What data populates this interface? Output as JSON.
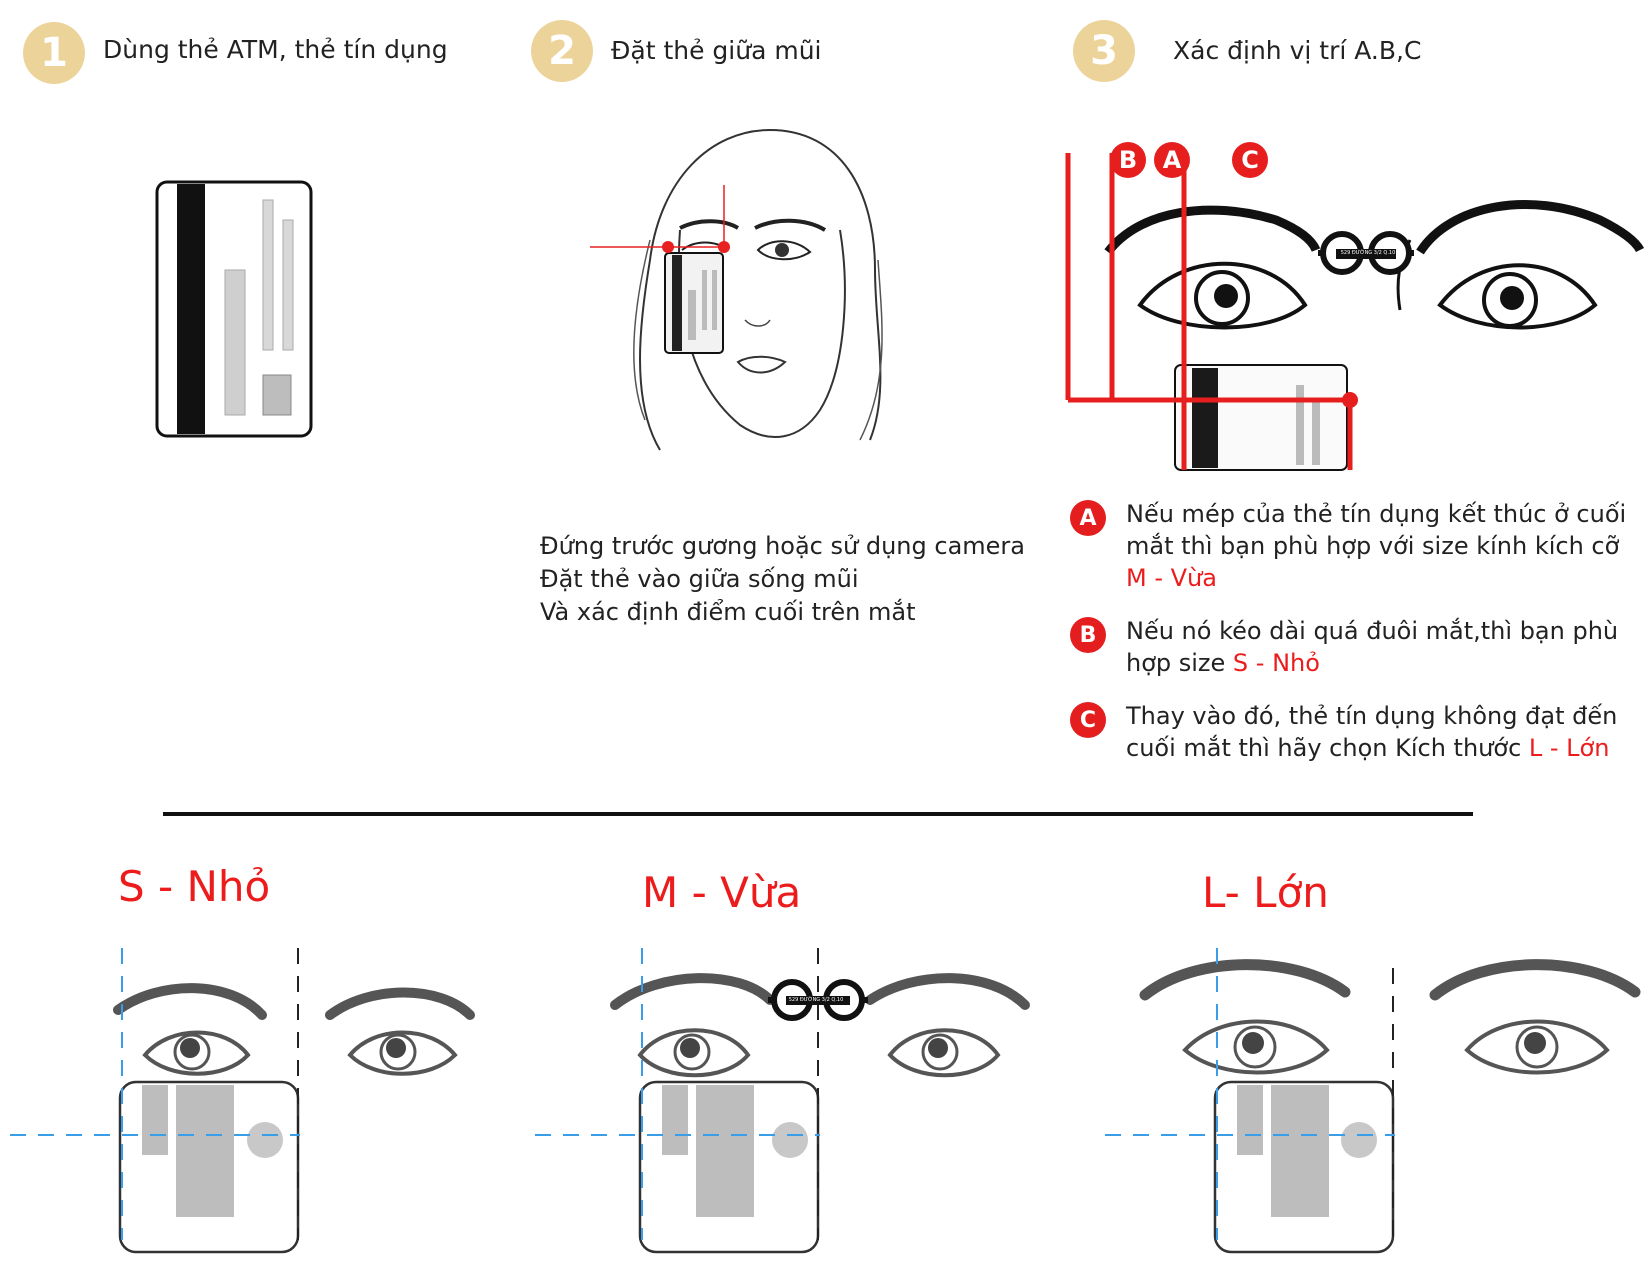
{
  "steps": [
    {
      "number": "1",
      "title": "Dùng thẻ ATM, thẻ tín dụng"
    },
    {
      "number": "2",
      "title": "Đặt thẻ giữa mũi"
    },
    {
      "number": "3",
      "title": "Xác định vị trí A.B,C"
    }
  ],
  "instructions": {
    "line1": "Đứng trước gương hoặc sử dụng camera",
    "line2": "Đặt thẻ vào giữa sống mũi",
    "line3": "Và xác định điểm cuối trên mắt"
  },
  "markers": {
    "a": "A",
    "b": "B",
    "c": "C"
  },
  "logo_text": "529 ĐƯỜNG 3/2 Q.10",
  "rules": [
    {
      "badge": "A",
      "text": "Nếu mép của thẻ tín dụng kết thúc ở cuối mắt thì bạn phù hợp với size kính kích cỡ ",
      "size": "M - Vừa"
    },
    {
      "badge": "B",
      "text": "Nếu nó kéo dài quá đuôi mắt,thì bạn phù hợp size ",
      "size": "S - Nhỏ"
    },
    {
      "badge": "C",
      "text": "Thay vào đó, thẻ tín dụng không đạt đến cuối mắt thì hãy chọn Kích thước ",
      "size": "L - Lớn"
    }
  ],
  "sizes": [
    {
      "label": "S - Nhỏ"
    },
    {
      "label": "M - Vừa"
    },
    {
      "label": "L- Lớn"
    }
  ],
  "colors": {
    "step_circle": "#ecd39a",
    "accent_red": "#ec1c1c",
    "guide_blue": "#3a9de8"
  }
}
